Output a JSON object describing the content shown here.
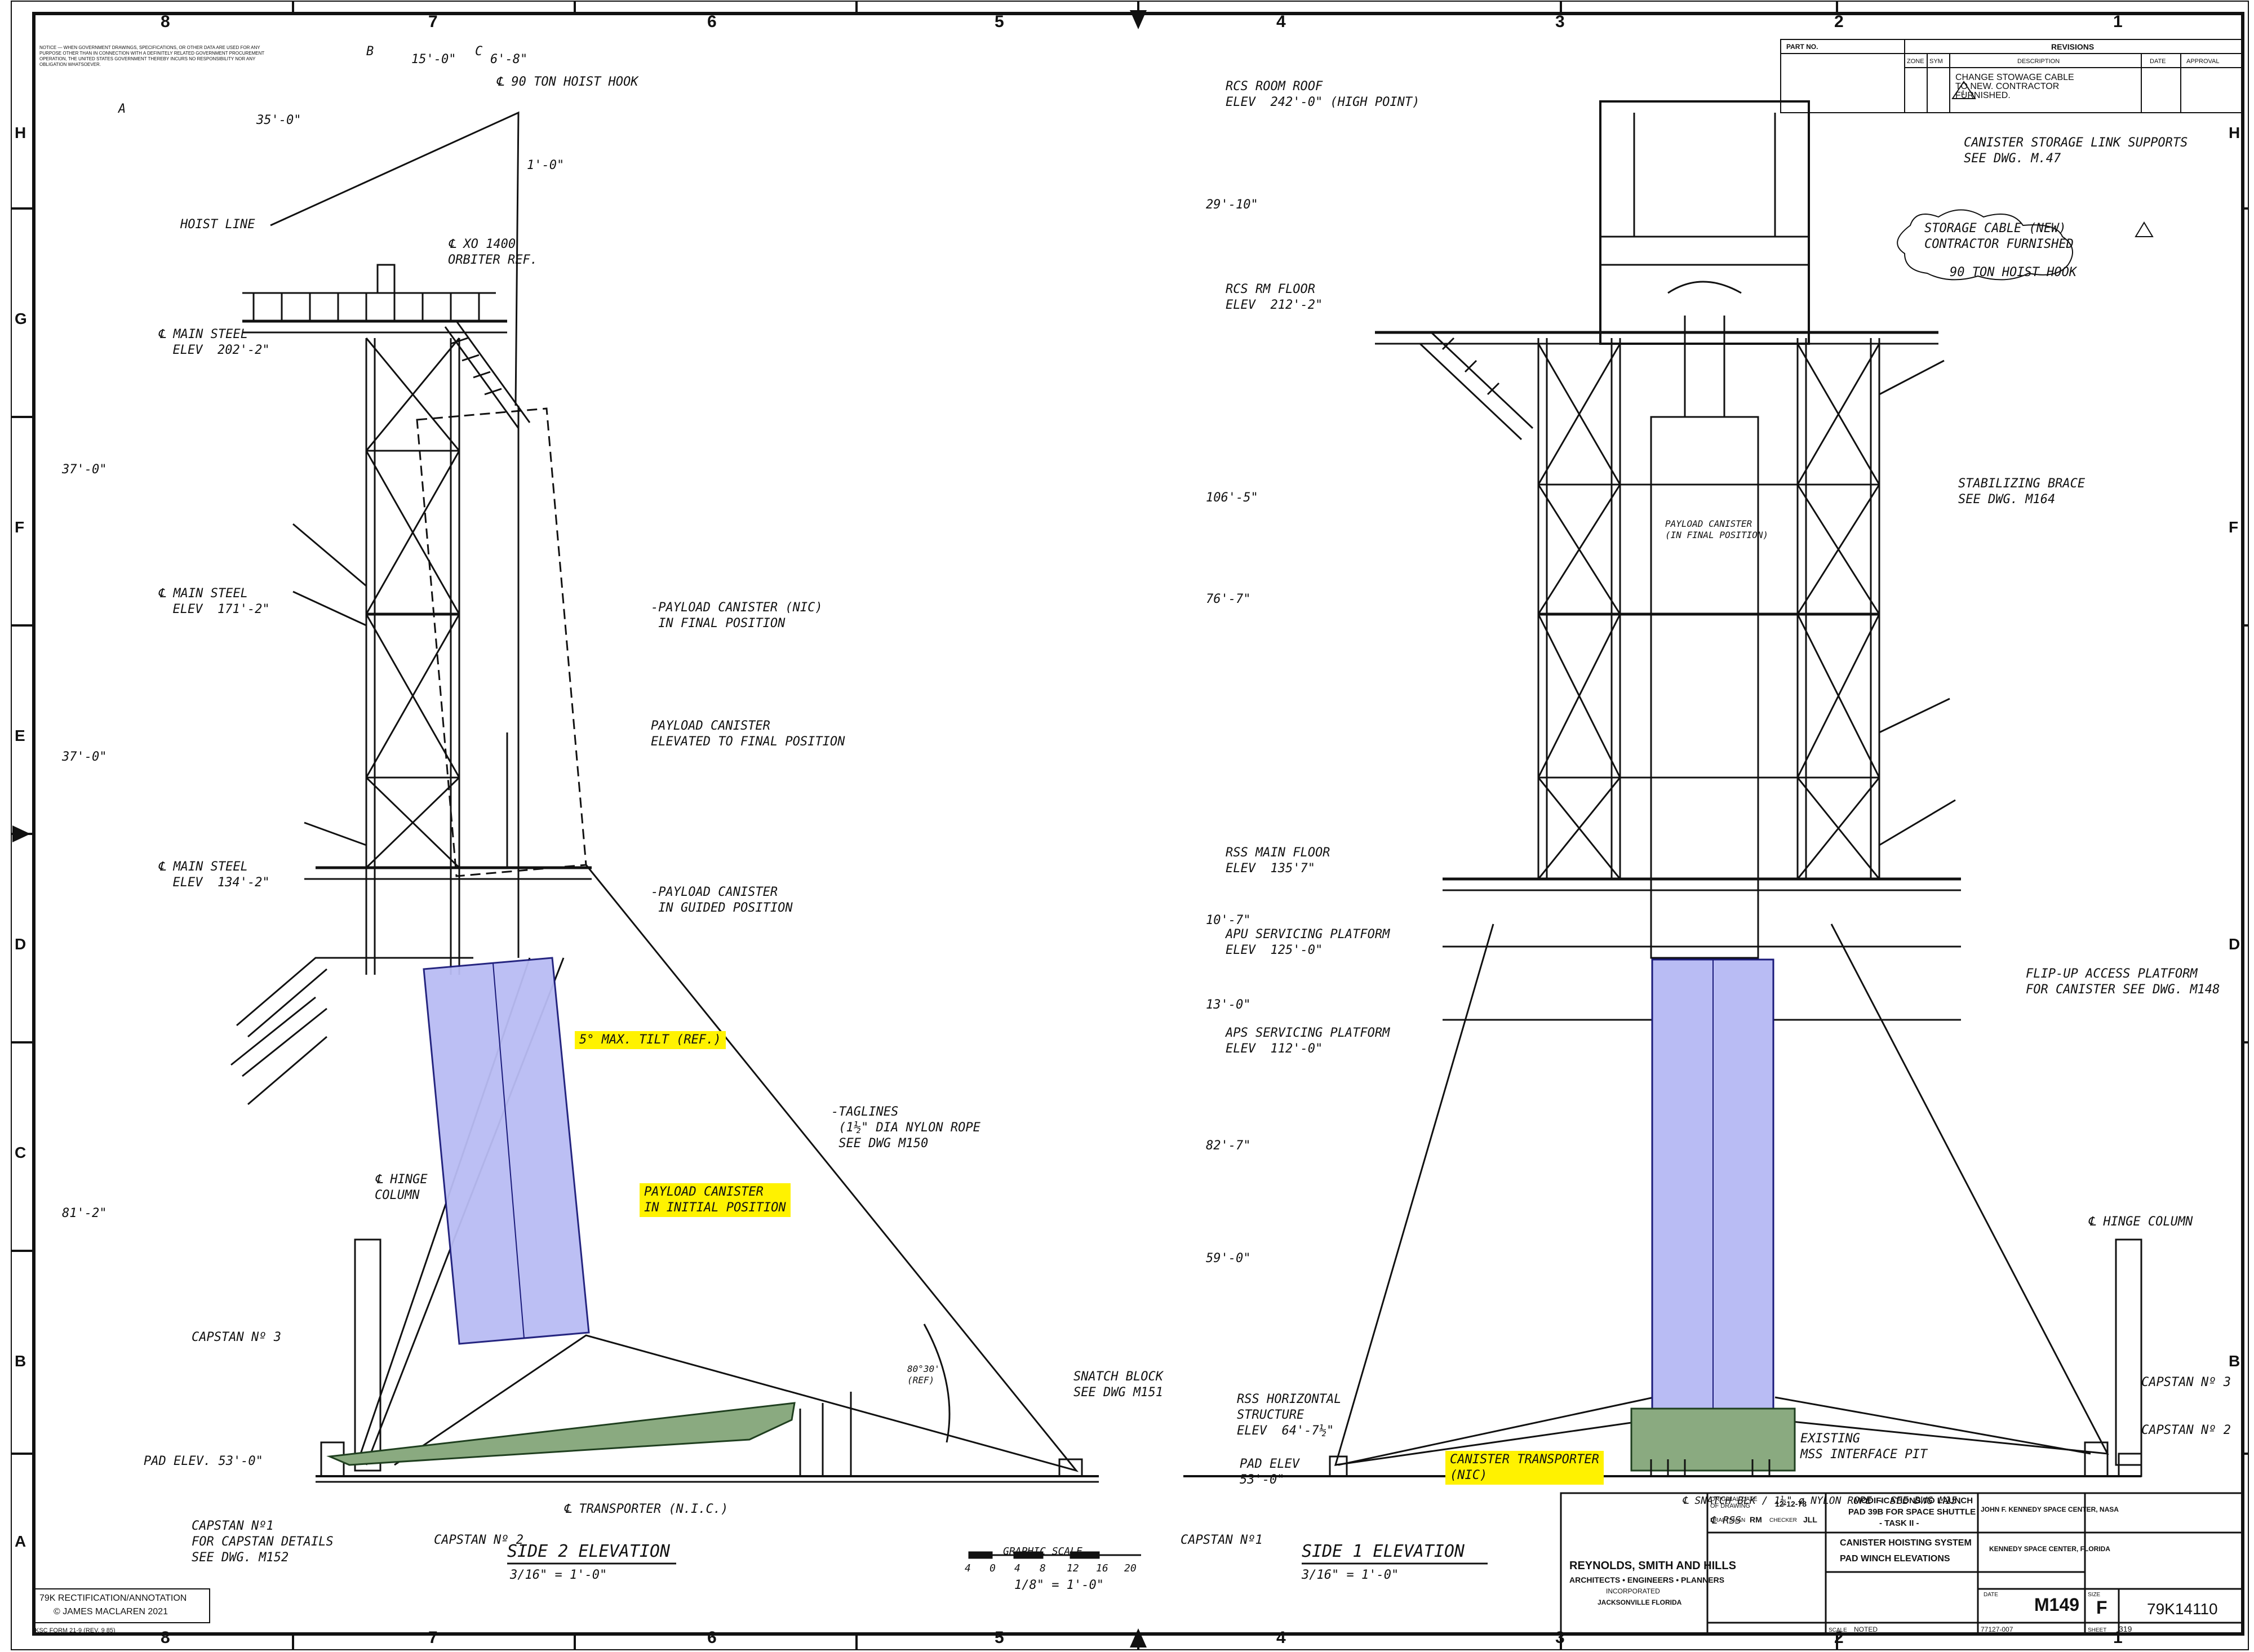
{
  "border": {
    "columns": [
      "8",
      "7",
      "6",
      "5",
      "4",
      "3",
      "2",
      "1"
    ],
    "rows": [
      "H",
      "G",
      "F",
      "E",
      "D",
      "C",
      "B",
      "A"
    ]
  },
  "notice": "NOTICE — WHEN GOVERNMENT DRAWINGS, SPECIFICATIONS, OR OTHER DATA ARE USED FOR ANY PURPOSE OTHER THAN IN CONNECTION WITH A DEFINITELY RELATED GOVERNMENT PROCUREMENT OPERATION, THE UNITED STATES GOVERNMENT THEREBY INCURS NO RESPONSIBILITY NOR ANY OBLIGATION WHATSOEVER.",
  "side2": {
    "title": "SIDE 2 ELEVATION",
    "scale": "3/16\" = 1'-0\"",
    "grid_a": "A",
    "grid_b": "B",
    "grid_c": "C",
    "dim_35": "35'-0\"",
    "dim_15": "15'-0\"",
    "dim_68": "6'-8\"",
    "dim_10": "1'-0\"",
    "dim_37a": "37'-0\"",
    "dim_37b": "37'-0\"",
    "dim_812": "81'-2\"",
    "hoist_hook": "℄ 90 TON HOIST HOOK",
    "hoist_line": "HOIST LINE",
    "orbiter_ref": "℄ XO 1400\nORBITER REF.",
    "main_steel_202": "℄ MAIN STEEL\n  ELEV  202'-2\"",
    "main_steel_171": "℄ MAIN STEEL\n  ELEV  171'-2\"",
    "main_steel_134": "℄ MAIN STEEL\n  ELEV  134'-2\"",
    "canister_final": "-PAYLOAD CANISTER (NIC)\n IN FINAL POSITION",
    "canister_elevated": "PAYLOAD CANISTER\nELEVATED TO FINAL POSITION",
    "canister_guided": "-PAYLOAD CANISTER\n IN GUIDED POSITION",
    "max_tilt": "5° MAX. TILT (REF.)",
    "canister_initial": "PAYLOAD CANISTER\nIN INITIAL POSITION",
    "taglines": "-TAGLINES\n (1½\" DIA NYLON ROPE\n SEE DWG M150",
    "hinge_column": "℄ HINGE\nCOLUMN",
    "capstan3": "CAPSTAN Nº 3",
    "snatch_block": "SNATCH BLOCK\nSEE DWG M151",
    "angle": "80°30'\n(REF)",
    "pad_elev": "PAD ELEV. 53'-0\"",
    "capstan1": "CAPSTAN Nº1\nFOR CAPSTAN DETAILS\nSEE DWG. M152",
    "capstan2": "CAPSTAN Nº 2",
    "transporter": "℄ TRANSPORTER (N.I.C.)"
  },
  "graphic_scale": {
    "title": "GRAPHIC SCALE",
    "ticks": [
      "4",
      "0",
      "4",
      "8",
      "12",
      "16",
      "20"
    ],
    "value": "1/8\" = 1'-0\""
  },
  "side1": {
    "title": "SIDE 1 ELEVATION",
    "scale": "3/16\" = 1'-0\"",
    "rcs_roof": "RCS ROOM ROOF\nELEV  242'-0\" (HIGH POINT)",
    "rcs_floor": "RCS RM FLOOR\nELEV  212'-2\"",
    "rss_main_floor": "RSS MAIN FLOOR\nELEV  135'7\"",
    "apu_platform": "APU SERVICING PLATFORM\nELEV  125'-0\"",
    "aps_platform": "APS SERVICING PLATFORM\nELEV  112'-0\"",
    "rss_horizontal": "RSS HORIZONTAL\nSTRUCTURE\nELEV  64'-7½\"",
    "pad_elev": "PAD ELEV\n53'-0\"",
    "capstan1": "CAPSTAN Nº1",
    "dim_2910": "29'-10\"",
    "dim_1065": "106'-5\"",
    "dim_767": "76'-7\"",
    "dim_107": "10'-7\"",
    "dim_130": "13'-0\"",
    "dim_827": "82'-7\"",
    "dim_590": "59'-0\"",
    "link_supports": "CANISTER STORAGE LINK SUPPORTS\nSEE DWG. M.47",
    "storage_cable": "STORAGE CABLE (NEW)\nCONTRACTOR FURNISHED",
    "hoist_hook": "90 TON HOIST HOOK",
    "canister_final": "PAYLOAD CANISTER\n(IN FINAL POSITION)",
    "stabilizing_brace": "STABILIZING BRACE\nSEE DWG. M164",
    "flip_up": "FLIP-UP ACCESS PLATFORM\nFOR CANISTER SEE DWG. M148",
    "hinge_column": "℄ HINGE COLUMN",
    "capstan3": "CAPSTAN Nº 3",
    "capstan2": "CAPSTAN Nº 2",
    "transporter": "CANISTER TRANSPORTER\n(NIC)",
    "interface_pit": "EXISTING\nMSS INTERFACE PIT",
    "snatch_note": "℄ SNATCH BLK / 1½\" ø NYLON ROPE - SEE DWG M15.",
    "rss": "℄ RSS"
  },
  "revisions": {
    "title": "REVISIONS",
    "part_no": "PART NO.",
    "col_zone": "ZONE",
    "col_sym": "SYM",
    "col_desc": "DESCRIPTION",
    "col_date": "DATE",
    "col_approval": "APPROVAL",
    "row_sym": "1",
    "row_desc": "CHANGE STOWAGE CABLE\nTO NEW. CONTRACTOR\nFURNISHED."
  },
  "title_block": {
    "firm": "REYNOLDS, SMITH AND HILLS",
    "firm_sub": "ARCHITECTS • ENGINEERS • PLANNERS",
    "firm_inc": "INCORPORATED",
    "firm_city": "JACKSONVILLE  FLORIDA",
    "orig_date_label": "ORIGINAL DATE\nOF DRAWING",
    "orig_date": "12-12-78",
    "drawn_label": "DRAFTSMAN",
    "drawn": "RM",
    "checker_label": "CHECKER",
    "checker": "JLL",
    "project1": "MODIFICATIONS TO LAUNCH",
    "project2": "PAD 39B  FOR SPACE SHUTTLE",
    "project3": "- TASK II -",
    "agency": "JOHN F. KENNEDY SPACE CENTER, NASA",
    "agency2": "KENNEDY SPACE CENTER, FLORIDA",
    "system1": "CANISTER HOISTING SYSTEM",
    "system2": "PAD WINCH ELEVATIONS",
    "sheet_id": "M149",
    "size_label": "SIZE",
    "size": "F",
    "dwg_no": "79K14110",
    "sheet_label": "SHEET",
    "sheet_num": "319",
    "scale_label": "SCALE",
    "scale_val": "NOTED",
    "date_label": "DATE",
    "date_val": "77127-007"
  },
  "credit": {
    "line1": "79K RECTIFICATION/ANNOTATION",
    "line2": "© JAMES MACLAREN 2021"
  },
  "ksc_form": "KSC FORM 21-9 (REV. 9 85)",
  "colors": {
    "canister_fill": "#b9bcf4",
    "transporter_fill": "#8aaa80",
    "highlight": "#fff200",
    "ink": "#111111"
  }
}
